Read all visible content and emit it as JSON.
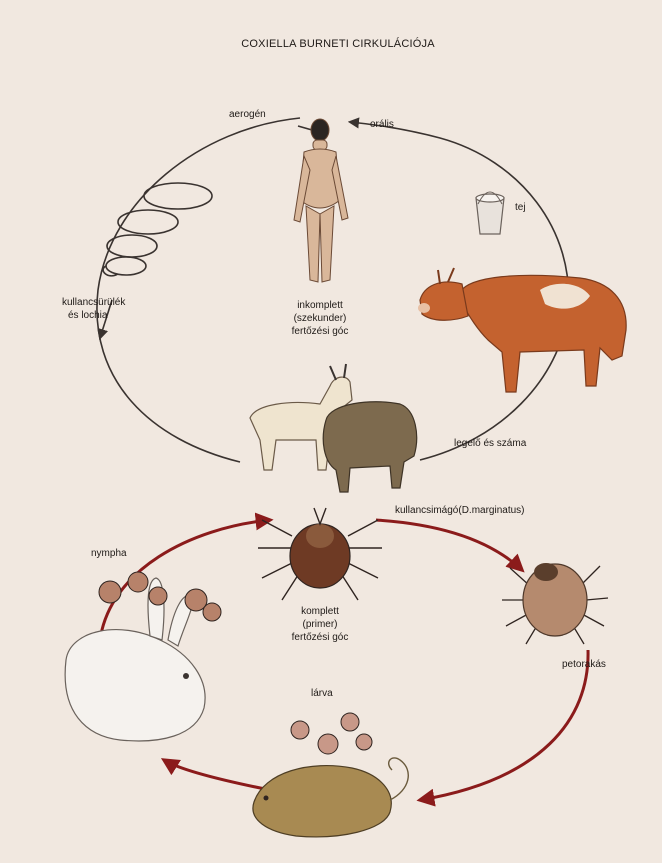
{
  "title": "COXIELLA BURNETI CIRKULÁCIÓJA",
  "upper_cycle": {
    "aerogen": "aerogén",
    "oralis": "orális",
    "tej": "tej",
    "kullanca_1": "kullancsürülék",
    "kullanca_2": "és lochia",
    "center_1": "inkomplett",
    "center_2": "(szekunder)",
    "center_3": "fertőzési góc",
    "legelo": "legelő és száma"
  },
  "lower_cycle": {
    "kullancs_imago": "kullancsimágó(D.marginatus)",
    "nympha": "nympha",
    "center_1": "komplett",
    "center_2": "(primer)",
    "center_3": "fertőzési góc",
    "petorakas": "petorakás",
    "larva": "lárva"
  },
  "colors": {
    "background": "#f1e8e0",
    "thin_arrow": "#3a3330",
    "red_arrow": "#8b1b1b",
    "cow": "#c4622f"
  }
}
